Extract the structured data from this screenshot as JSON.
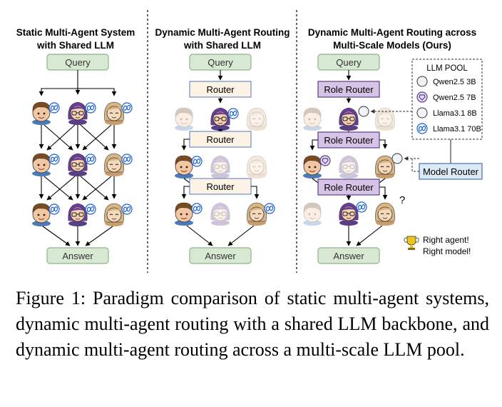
{
  "panels": [
    {
      "title_line1": "Static Multi-Agent System",
      "title_line2": "with Shared LLM",
      "query": "Query",
      "answer": "Answer"
    },
    {
      "title_line1": "Dynamic Multi-Agent Routing",
      "title_line2": "with Shared LLM",
      "query": "Query",
      "answer": "Answer",
      "routers": [
        "Router",
        "Router",
        "Router"
      ]
    },
    {
      "title_line1": "Dynamic Multi-Agent Routing across",
      "title_line2": "Multi-Scale Models (Ours)",
      "query": "Query",
      "answer": "Answer",
      "role_routers": [
        "Role Router",
        "Role Router",
        "Role Router"
      ],
      "model_router": "Model Router",
      "question_mark": "?",
      "trophy_line1": "Right agent!",
      "trophy_line2": "Right model!"
    }
  ],
  "llm_pool": {
    "title": "LLM POOL",
    "models": [
      "Qwen2.5 3B",
      "Qwen2.5 7B",
      "Llama3.1 8B",
      "Llama3.1 70B"
    ]
  },
  "caption": "Figure 1: Paradigm comparison of static multi-agent systems, dynamic multi-agent routing with a shared LLM backbone, and dynamic multi-agent routing across a multi-scale LLM pool.",
  "colors": {
    "query_fill": "#d7e9d2",
    "query_stroke": "#8fb486",
    "router_fill": "#fdf3e4",
    "router_stroke": "#6e8cc7",
    "role_router_fill": "#d6c4e7",
    "role_router_stroke": "#5a3f86",
    "model_router_fill": "#dce9f6",
    "model_router_stroke": "#4a6fa5",
    "meta_blue": "#1a5fd6"
  }
}
